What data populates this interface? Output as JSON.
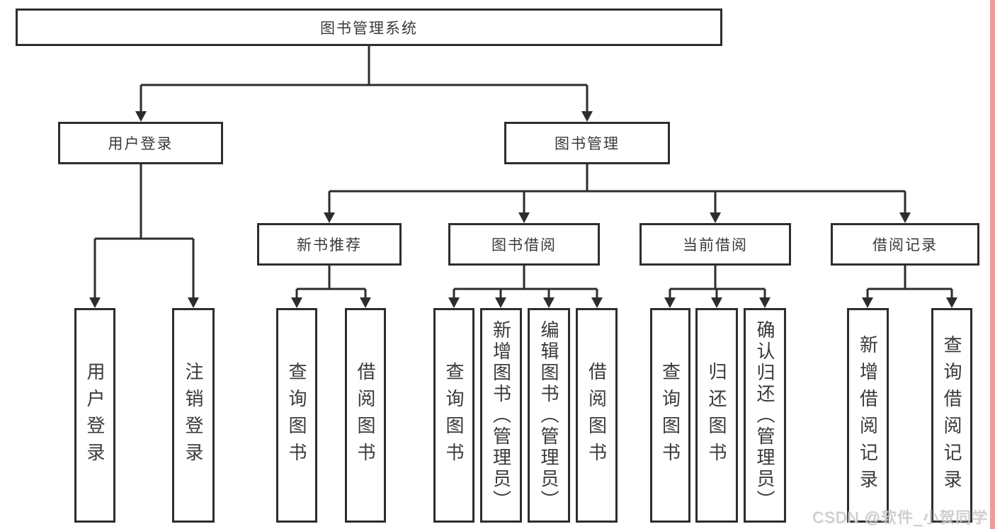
{
  "colors": {
    "line": "#2d2d2d",
    "box_border": "#2d2d2d",
    "text": "#3a3a3a",
    "watermark": "#c9c9c9",
    "edge_strip": "#f29b9b"
  },
  "watermark": {
    "text": "CSDN @软件_小贺同学"
  },
  "tree": {
    "root": {
      "label": "图书管理系统"
    },
    "children": {
      "user_login": {
        "label": "用户登录",
        "leaves": {
          "login": {
            "label": "用户登录"
          },
          "logout": {
            "label": "注销登录"
          }
        }
      },
      "book_management": {
        "label": "图书管理",
        "children": {
          "new_book_recommend": {
            "label": "新书推荐",
            "leaves": {
              "query": {
                "label": "查询图书"
              },
              "borrow": {
                "label": "借阅图书"
              }
            }
          },
          "book_borrow": {
            "label": "图书借阅",
            "leaves": {
              "query": {
                "label": "查询图书"
              },
              "add": {
                "label": "新增图书（管理员）"
              },
              "edit": {
                "label": "编辑图书（管理员）"
              },
              "borrow": {
                "label": "借阅图书"
              }
            }
          },
          "current_borrow": {
            "label": "当前借阅",
            "leaves": {
              "query": {
                "label": "查询图书"
              },
              "return": {
                "label": "归还图书"
              },
              "confirm": {
                "label": "确认归还（管理员）"
              }
            }
          },
          "borrow_record": {
            "label": "借阅记录",
            "leaves": {
              "add": {
                "label": "新增借阅记录"
              },
              "query": {
                "label": "查询借阅记录"
              }
            }
          }
        }
      }
    }
  }
}
